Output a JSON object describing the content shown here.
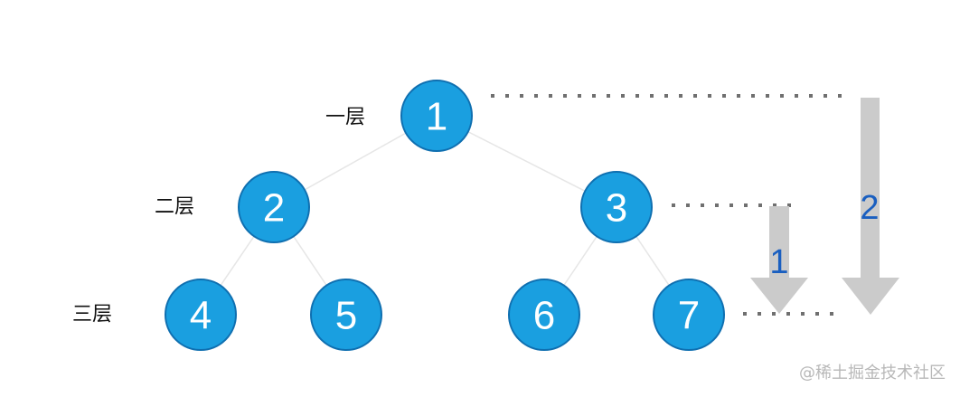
{
  "levels": [
    "一层",
    "二层",
    "三层"
  ],
  "nodes": [
    "1",
    "2",
    "3",
    "4",
    "5",
    "6",
    "7"
  ],
  "arrows": [
    "1",
    "2"
  ],
  "watermark": "@稀土掘金技术社区",
  "colors": {
    "node": "#1a9fe0",
    "arrow": "#cbcbcb",
    "arrow_label": "#1a5fc0"
  }
}
